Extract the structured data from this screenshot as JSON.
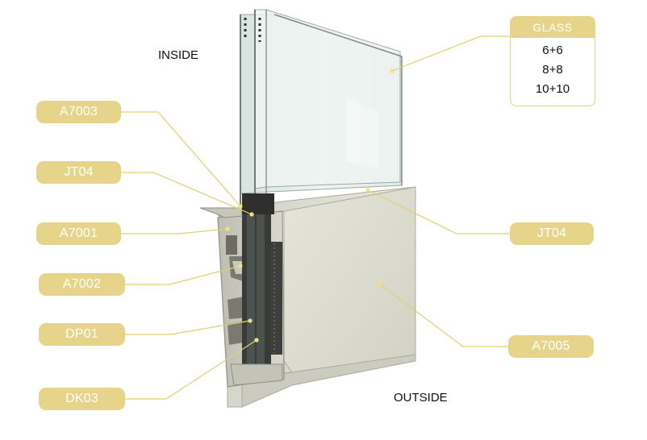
{
  "inside_label": "INSIDE",
  "outside_label": "OUTSIDE",
  "glass": {
    "title": "GLASS",
    "options": [
      "6+6",
      "8+8",
      "10+10"
    ]
  },
  "parts_left": [
    "A7003",
    "JT04",
    "A7001",
    "A7002",
    "DP01",
    "DK03"
  ],
  "parts_right": [
    "JT04",
    "A7005"
  ],
  "colors": {
    "tag_fill": "#e5d48a",
    "tag_text": "#ffffff",
    "leader_line": "#e0d070",
    "profile_aluminium": "#dcdccf",
    "glass_tint": "#e8f0ee"
  }
}
